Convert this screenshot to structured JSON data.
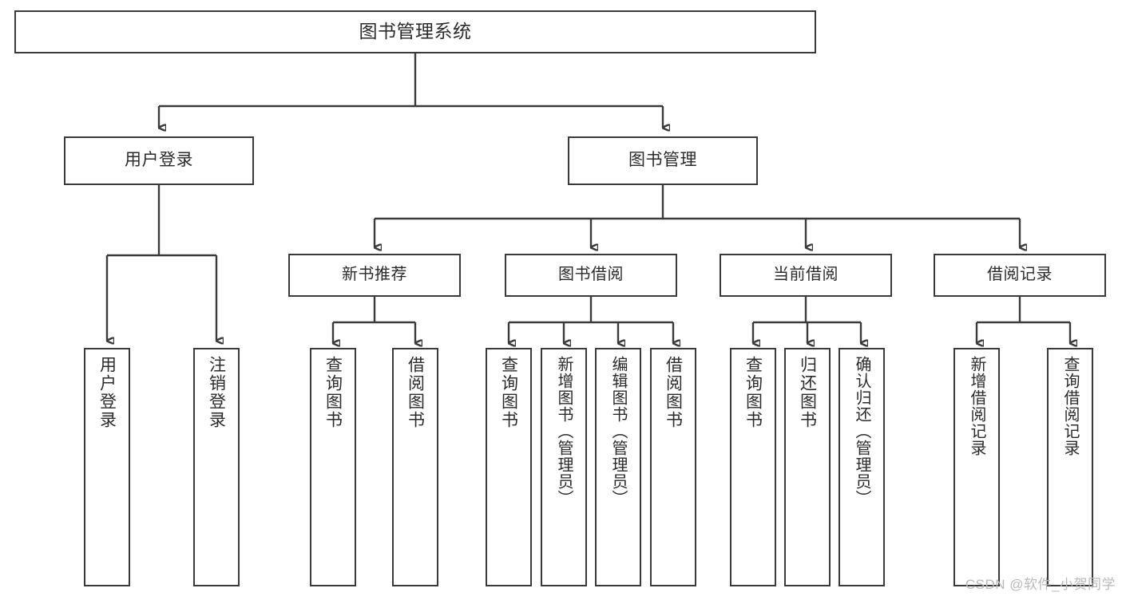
{
  "diagram": {
    "title": "图书管理系统",
    "type": "tree",
    "watermark": "CSDN @软件_小贺同学",
    "colors": {
      "stroke": "#3a3a3a",
      "box_fill": "#ffffff",
      "text": "#2b2b2b",
      "watermark": "#b9b9b9"
    },
    "root": {
      "label": "图书管理系统"
    },
    "branches": [
      {
        "label": "用户登录",
        "leaves": [
          {
            "label": "用户登录"
          },
          {
            "label": "注销登录"
          }
        ]
      },
      {
        "label": "图书管理",
        "categories": [
          {
            "label": "新书推荐",
            "leaves": [
              {
                "label": "查询图书"
              },
              {
                "label": "借阅图书"
              }
            ]
          },
          {
            "label": "图书借阅",
            "leaves": [
              {
                "label": "查询图书"
              },
              {
                "label": "新增图书（管理员）"
              },
              {
                "label": "编辑图书（管理员）"
              },
              {
                "label": "借阅图书"
              }
            ]
          },
          {
            "label": "当前借阅",
            "leaves": [
              {
                "label": "查询图书"
              },
              {
                "label": "归还图书"
              },
              {
                "label": "确认归还（管理员）"
              }
            ]
          },
          {
            "label": "借阅记录",
            "leaves": [
              {
                "label": "新增借阅记录"
              },
              {
                "label": "查询借阅记录"
              }
            ]
          }
        ]
      }
    ]
  }
}
